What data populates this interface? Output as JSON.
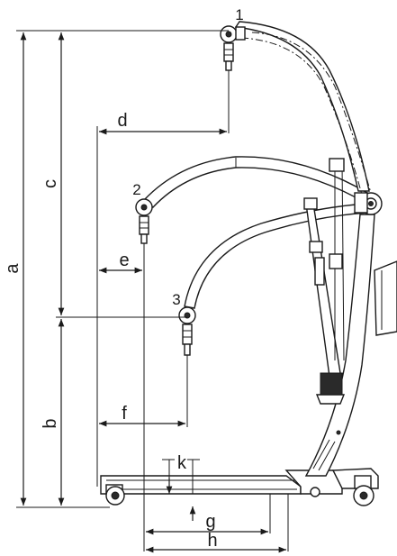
{
  "diagram": {
    "dimensions": {
      "a": "a",
      "b": "b",
      "c": "c",
      "d": "d",
      "e": "e",
      "f": "f",
      "g": "g",
      "h": "h",
      "k": "k"
    },
    "positions": {
      "p1": "1",
      "p2": "2",
      "p3": "3"
    }
  }
}
